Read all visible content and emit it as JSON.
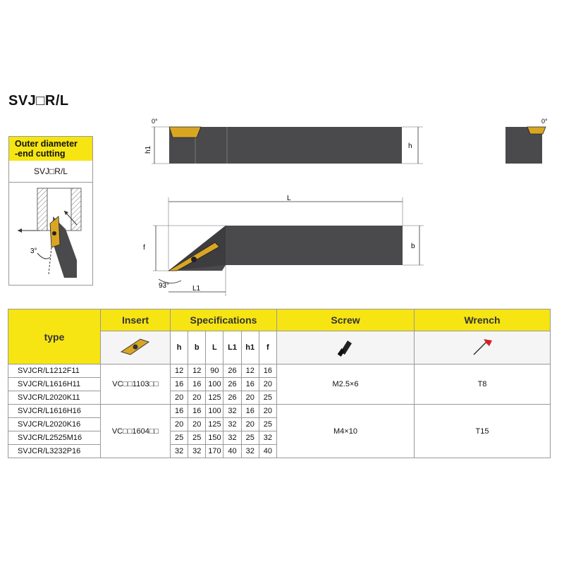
{
  "title": "SVJ□R/L",
  "panel": {
    "header_line1": "Outer diameter",
    "header_line2": "-end cutting",
    "code": "SVJ□R/L",
    "angle": "3°"
  },
  "drawing": {
    "top_angle": "0°",
    "side_angle": "0°",
    "h1": "h1",
    "h": "h",
    "L": "L",
    "f": "f",
    "b": "b",
    "angle93": "93°",
    "L1": "L1"
  },
  "table": {
    "headers": {
      "type": "type",
      "insert": "Insert",
      "specifications": "Specifications",
      "screw": "Screw",
      "wrench": "Wrench"
    },
    "spec_columns": [
      "h",
      "b",
      "L",
      "L1",
      "h1",
      "f"
    ],
    "groups": [
      {
        "insert": "VC□□1103□□",
        "screw": "M2.5×6",
        "wrench": "T8",
        "rows": [
          {
            "type": "SVJCR/L1212F11",
            "specs": [
              "12",
              "12",
              "90",
              "26",
              "12",
              "16"
            ]
          },
          {
            "type": "SVJCR/L1616H11",
            "specs": [
              "16",
              "16",
              "100",
              "26",
              "16",
              "20"
            ]
          },
          {
            "type": "SVJCR/L2020K11",
            "specs": [
              "20",
              "20",
              "125",
              "26",
              "20",
              "25"
            ]
          }
        ]
      },
      {
        "insert": "VC□□1604□□",
        "screw": "M4×10",
        "wrench": "T15",
        "rows": [
          {
            "type": "SVJCR/L1616H16",
            "specs": [
              "16",
              "16",
              "100",
              "32",
              "16",
              "20"
            ]
          },
          {
            "type": "SVJCR/L2020K16",
            "specs": [
              "20",
              "20",
              "125",
              "32",
              "20",
              "25"
            ]
          },
          {
            "type": "SVJCR/L2525M16",
            "specs": [
              "25",
              "25",
              "150",
              "32",
              "25",
              "32"
            ]
          },
          {
            "type": "SVJCR/L3232P16",
            "specs": [
              "32",
              "32",
              "170",
              "40",
              "32",
              "40"
            ]
          }
        ]
      }
    ]
  },
  "colors": {
    "header_yellow": "#f6e513",
    "tool_body": "#4a4a4c",
    "insert_gold": "#d9a623"
  }
}
